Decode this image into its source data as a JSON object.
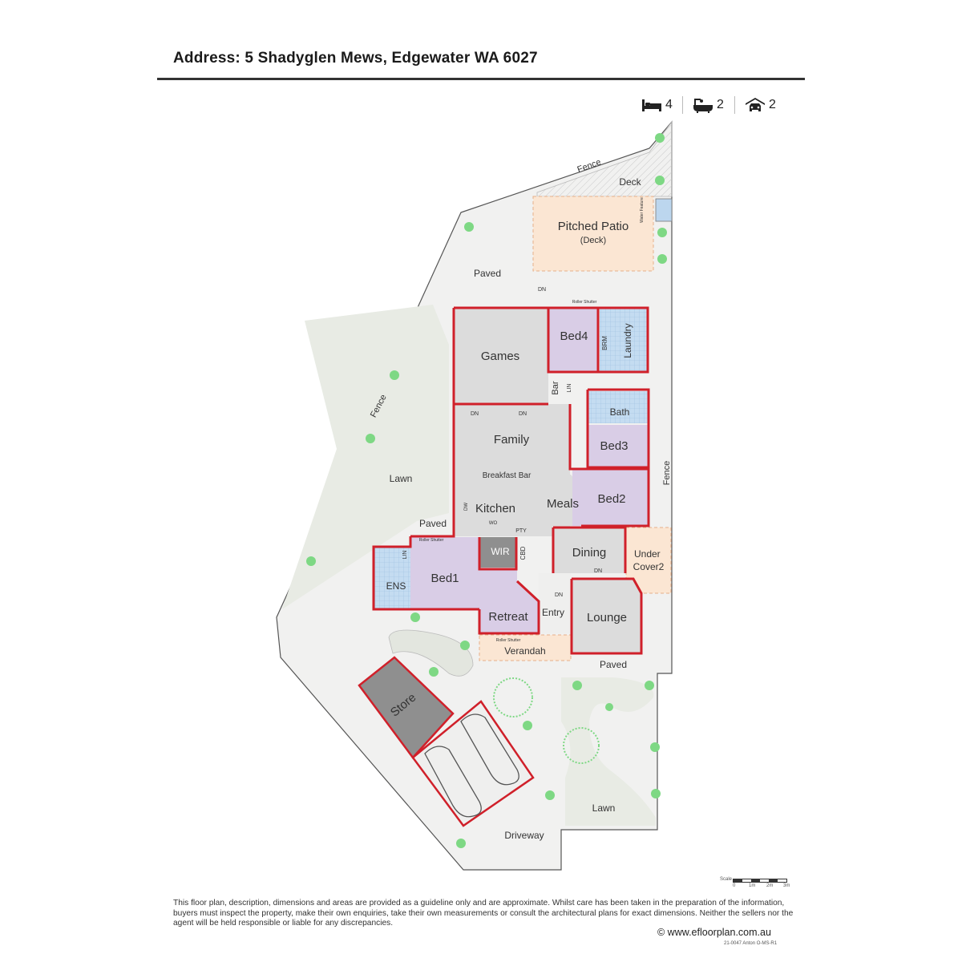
{
  "header": {
    "address": "Address: 5 Shadyglen Mews, Edgewater WA 6027"
  },
  "stats": {
    "beds": "4",
    "baths": "2",
    "garage": "2",
    "icons": [
      "bed-icon",
      "bath-icon",
      "garage-icon"
    ]
  },
  "rooms": {
    "games": "Games",
    "bed4": "Bed4",
    "laundry": "Laundry",
    "wc": "BRM",
    "bar": "Bar",
    "lin1": "LIN",
    "bath": "Bath",
    "bed3": "Bed3",
    "family": "Family",
    "breakfast_bar": "Breakfast Bar",
    "kitchen": "Kitchen",
    "meals": "Meals",
    "bed2": "Bed2",
    "dw": "DW",
    "wo": "WO",
    "pty": "PTY",
    "wir": "WIR",
    "cbd": "CBD",
    "dining": "Dining",
    "under_cover": "Under Cover2",
    "bed1": "Bed1",
    "ens": "ENS",
    "lin2": "LIN",
    "retreat": "Retreat",
    "entry": "Entry",
    "lounge": "Lounge",
    "verandah": "Verandah",
    "store": "Store"
  },
  "outdoor": {
    "fence_top": "Fence",
    "fence_left": "Fence",
    "fence_right": "Fence",
    "deck": "Deck",
    "pitched_patio": "Pitched Patio",
    "patio_deck": "(Deck)",
    "water_feature": "Water Feature",
    "paved_top": "Paved",
    "paved_mid": "Paved",
    "paved_bottom": "Paved",
    "lawn_left": "Lawn",
    "lawn_right": "Lawn",
    "driveway": "Driveway"
  },
  "annotations": {
    "roller_shutter_1": "Roller Shutter",
    "roller_shutter_2": "Roller Shutter",
    "roller_shutter_3": "Roller Shutter",
    "dn_1": "DN",
    "dn_2": "DN",
    "dn_3": "DN",
    "dn_4": "DN",
    "dn_5": "DN"
  },
  "scale": {
    "label": "Scale",
    "ticks": [
      "0",
      "1m",
      "2m",
      "3m"
    ]
  },
  "footer": {
    "disclaimer": "This floor plan, description, dimensions and areas are provided as a guideline only and are approximate. Whilst care has been taken in the preparation of the information, buyers must inspect the property, make their own enquiries, take their own measurements or consult the architectural plans for exact dimensions. Neither the sellers nor the agent will be held responsible or liable for any discrepancies.",
    "copyright": "© www.efloorplan.com.au",
    "reference": "21-0047 Anton O-MS-R1"
  },
  "colors": {
    "wall": "#d0202a",
    "bedroom": "#d9cde6",
    "living": "#dcdcdc",
    "wet": "#bcd6ee",
    "outdoor": "#fbe6d3",
    "lawn": "#e9ece4",
    "paved": "#efefee",
    "garage": "#8f8f8f",
    "tree": "#6fd27a"
  }
}
